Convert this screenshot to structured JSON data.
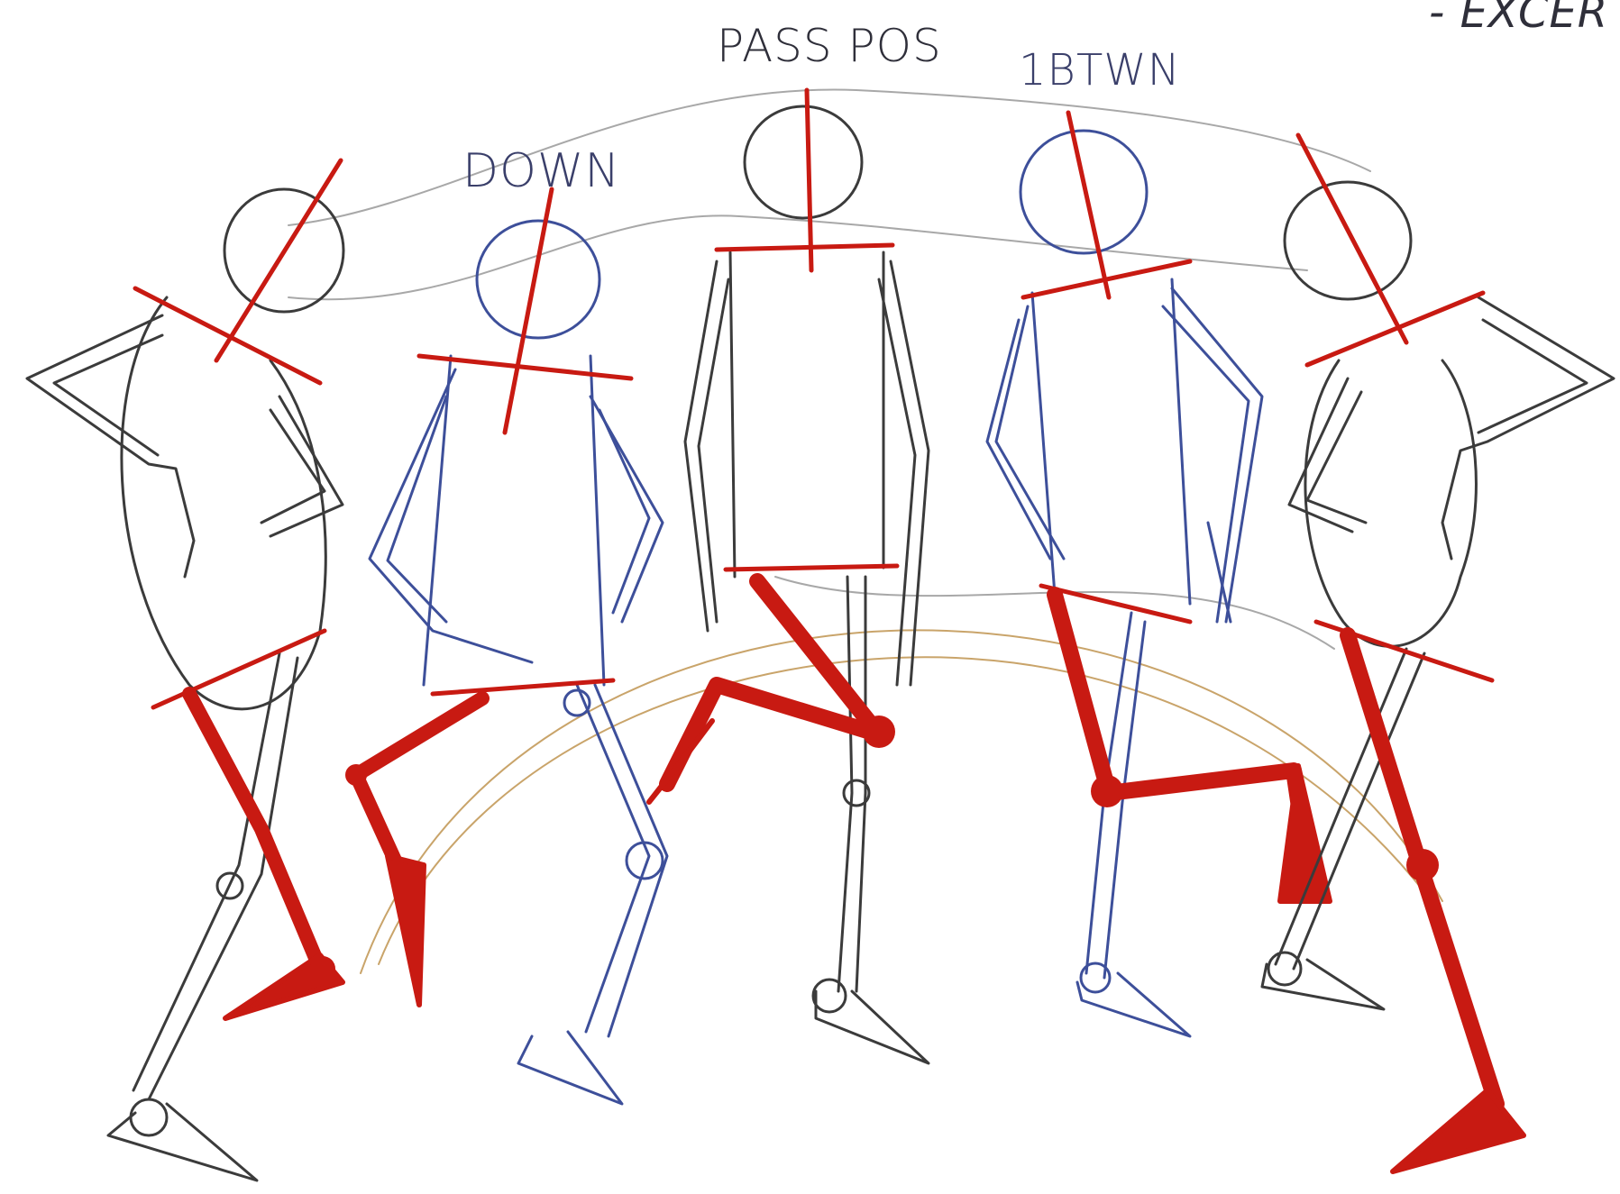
{
  "labels": {
    "excerpt": "- EXCER",
    "passing": "PASS POS",
    "down": "DOWN",
    "inbetween": "1BTWN"
  },
  "colors": {
    "pencil": "#3b3b3b",
    "blue_pencil": "#3d4f9a",
    "red": "#c81a12",
    "faint": "#a8a8a8",
    "tan": "#c9a46a"
  },
  "figures": [
    "contact",
    "down",
    "passing",
    "inbetween",
    "contact-2"
  ]
}
